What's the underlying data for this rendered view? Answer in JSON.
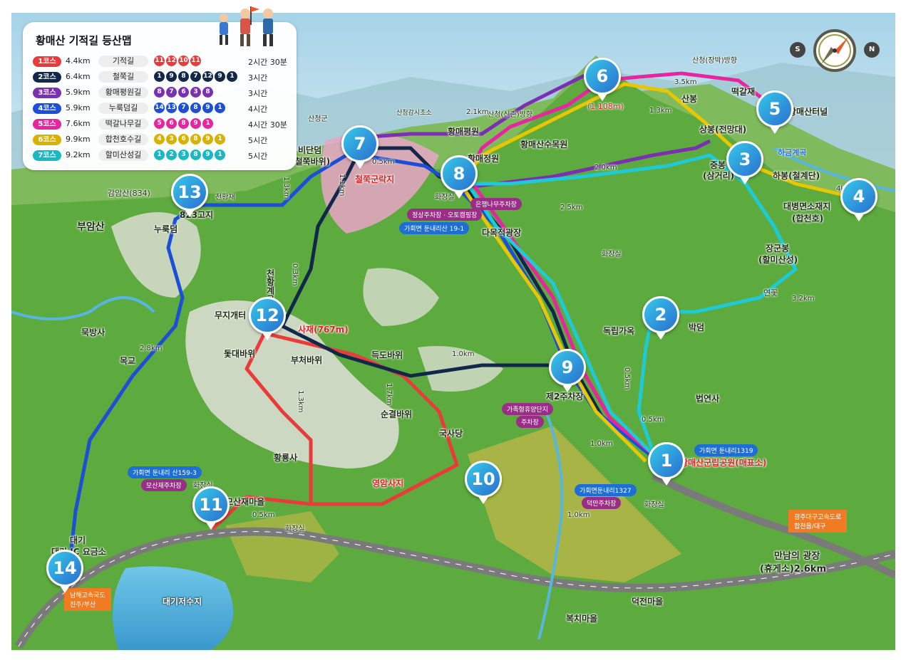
{
  "legend": {
    "title": "황매산 기적길 등산맵",
    "courses": [
      {
        "badge": "1코스",
        "length": "4.4km",
        "name": "기적길",
        "nums": [
          "11",
          "12",
          "10",
          "11"
        ],
        "time": "2시간 30분",
        "color": "#ea3b3b"
      },
      {
        "badge": "2코스",
        "length": "6.4km",
        "name": "철쭉길",
        "nums": [
          "1",
          "9",
          "8",
          "7",
          "12",
          "9",
          "1"
        ],
        "time": "3시간",
        "color": "#12284b"
      },
      {
        "badge": "3코스",
        "length": "5.9km",
        "name": "황매평원길",
        "nums": [
          "8",
          "7",
          "6",
          "3",
          "8"
        ],
        "time": "3시간",
        "color": "#7c2fb3"
      },
      {
        "badge": "4코스",
        "length": "5.9km",
        "name": "누룩덤길",
        "nums": [
          "14",
          "13",
          "7",
          "8",
          "9",
          "1"
        ],
        "time": "4시간",
        "color": "#1c4fd6"
      },
      {
        "badge": "5코스",
        "length": "7.6km",
        "name": "떡갈나무길",
        "nums": [
          "5",
          "6",
          "8",
          "9",
          "1"
        ],
        "time": "4시간 30분",
        "color": "#e6259f"
      },
      {
        "badge": "6코스",
        "length": "9.9km",
        "name": "합천호수길",
        "nums": [
          "4",
          "3",
          "6",
          "8",
          "9",
          "1"
        ],
        "time": "5시간",
        "color": "#d9b100"
      },
      {
        "badge": "7코스",
        "length": "9.2km",
        "name": "할미산성길",
        "nums": [
          "1",
          "2",
          "3",
          "8",
          "9",
          "1"
        ],
        "time": "5시간",
        "color": "#18b8c4"
      }
    ]
  },
  "compass": {
    "left": "S",
    "right": "N"
  },
  "markers": [
    "1",
    "2",
    "3",
    "4",
    "5",
    "6",
    "7",
    "8",
    "9",
    "10",
    "11",
    "12",
    "13",
    "14"
  ],
  "labels": {
    "peak_1108": "(1,108m)",
    "sancheong_dir": "산청(장박)방향",
    "sanbong": "산봉",
    "sangbong": "상봉(전망대)",
    "tteokgaljae": "떡갈재",
    "tunnel": "황매산터널",
    "hageumgyegok": "하금계곡",
    "jungbong": "중봉",
    "samgeori": "(삼거리)",
    "habong": "하봉(철계단)",
    "daebyeong": "대병면소재지",
    "hapcheonho": "(합천호)",
    "jangunbong": "장군봉",
    "halmisanseong": "(할미산성)",
    "yeondae": "연꽃",
    "bakdeom": "박덤",
    "dongnipgaok": "독립가옥",
    "beopyeonsa": "법연사",
    "hwangmaepyeongwon": "황매평원",
    "hwangmaejeongwon": "황매정원",
    "hwangmaesansumogwon": "황매산수목원",
    "sancheong_sinchon": "산청(신촌)방향",
    "sancheonggun": "산청군",
    "sancheong_gamasi": "산청감시초소",
    "cheoljjukgunrakji": "철쭉군락지",
    "bidandeom": "비단덤",
    "cheoljjukbawi": "(철쭉바위)",
    "gwanamsan": "감암산(834)",
    "cheonhwangjae": "천황재",
    "bumasan": "부암산",
    "nurukdeom": "누룩덤",
    "gakdo_823": "823고지",
    "cheonhwang_gyegok": "천황계곡",
    "mujigaeteo": "무지개터",
    "sajae": "사재(767m)",
    "dotdaebawi": "돛대바위",
    "bucheobawi": "부처바위",
    "deukdobawi": "득도바위",
    "sungyeolbawi": "순결바위",
    "guksadang": "국사당",
    "hwangnyongsa": "황룡사",
    "yeongamsaji": "영암사지",
    "mojaemaeul": "모산재마을",
    "mukbangsa": "묵방사",
    "mokgyo": "목교",
    "daegi": "대기",
    "daegi_ic": "대기 IC 요금소",
    "daegijeosuji": "대기저수지",
    "deokjeonmaeul": "덕전마을",
    "bokchimaeul": "복치마을",
    "hwajangsil": "화장실",
    "jeongsang_parking": "정상주차장 · 오토캠핑장",
    "address_top": "가회면 둔내리산 19-1",
    "eunhaeng_parking": "은행나무주차장",
    "damokjeok": "다목적광장",
    "je2_parking": "제2주차장",
    "family_rest": "가족형휴양단지",
    "parking": "주차장",
    "address_1319": "가회면 둔내리1319",
    "park_office": "황매산군립공원(매표소)",
    "address_1327": "가회면둔내리1327",
    "deokman_parking": "덕만주차장",
    "address_159": "가회면 둔내리 산159-3",
    "mosanjae_parking": "모산재주차장",
    "gwangju_sign": "광주대구고속도로",
    "hapcheon_daegu": "합천읍/대구",
    "manam_square": "만남의 광장",
    "rest_area": "(휴게소)2.6km",
    "namhae_sign": "남해고속국도",
    "jinju_busan": "진주/부산"
  },
  "distances": {
    "d_3_5": "3.5km",
    "d_1_3_top": "1.3km",
    "d_4km": "4km",
    "d_2_1": "2.1km",
    "d_2_0": "2.0km",
    "d_0_5_top": "0.5km",
    "d_1_1": "1.1km",
    "d_1_3_left": "1.3km",
    "d_2_5": "2.5km",
    "d_0_3": "0.3km",
    "d_3_2": "3.2km",
    "d_1_0_mid": "1.0km",
    "d_1_7": "1.7km",
    "d_1_3_red": "1.3km",
    "d_2_8": "2.8km",
    "d_0_5_right": "0.5km",
    "d_0_5_near1": "0.5km",
    "d_1_0_near1": "1.0km",
    "d_1_0_road": "1.0km",
    "d_0_5_red": "0.5km"
  },
  "colors": {
    "c1": "#ea3b3b",
    "c2": "#12284b",
    "c3": "#7c2fb3",
    "c4": "#1c4fd6",
    "c5": "#e6259f",
    "c6": "#e8c600",
    "c7": "#1ecad6"
  }
}
